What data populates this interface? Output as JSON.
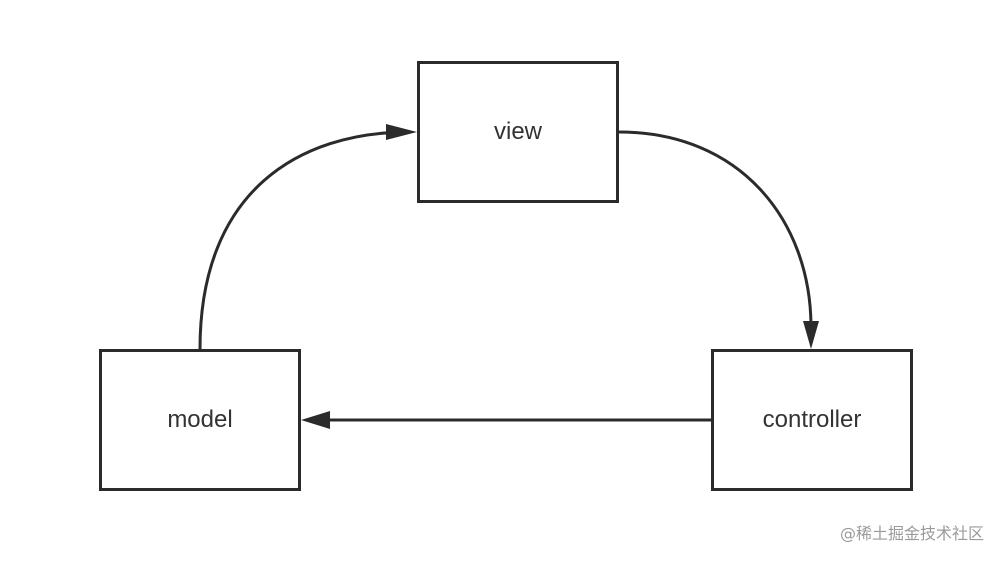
{
  "diagram": {
    "nodes": [
      {
        "id": "view",
        "label": "view"
      },
      {
        "id": "model",
        "label": "model"
      },
      {
        "id": "controller",
        "label": "controller"
      }
    ],
    "edges": [
      {
        "from": "model",
        "to": "view"
      },
      {
        "from": "view",
        "to": "controller"
      },
      {
        "from": "controller",
        "to": "model"
      }
    ],
    "colors": {
      "stroke": "#2b2b2b",
      "text": "#333333",
      "background": "#ffffff"
    }
  },
  "watermark": {
    "text": "@稀土掘金技术社区"
  }
}
